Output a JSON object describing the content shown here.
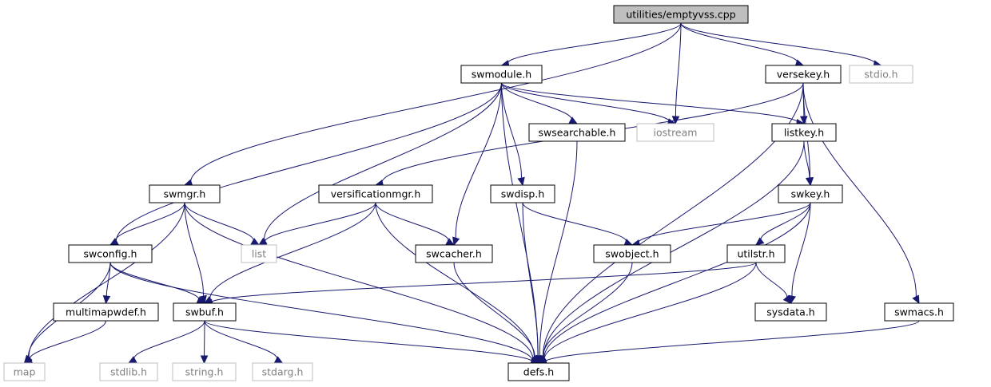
{
  "diagram": {
    "type": "include-dependency-graph",
    "colors": {
      "edge": "#191970",
      "root_fill": "#bfbfbf",
      "node_border": "#000000",
      "external_border": "#bfbfbf",
      "external_text": "#808080",
      "node_text": "#000000"
    },
    "nodes": [
      {
        "id": "root",
        "label": "utilities/emptyvss.cpp",
        "kind": "root"
      },
      {
        "id": "swmodule",
        "label": "swmodule.h",
        "kind": "header"
      },
      {
        "id": "versekey",
        "label": "versekey.h",
        "kind": "header"
      },
      {
        "id": "stdio",
        "label": "stdio.h",
        "kind": "external"
      },
      {
        "id": "swsearchable",
        "label": "swsearchable.h",
        "kind": "header"
      },
      {
        "id": "iostream",
        "label": "iostream",
        "kind": "external"
      },
      {
        "id": "listkey",
        "label": "listkey.h",
        "kind": "header"
      },
      {
        "id": "swmgr",
        "label": "swmgr.h",
        "kind": "header"
      },
      {
        "id": "versificationmgr",
        "label": "versificationmgr.h",
        "kind": "header"
      },
      {
        "id": "swdisp",
        "label": "swdisp.h",
        "kind": "header"
      },
      {
        "id": "swkey",
        "label": "swkey.h",
        "kind": "header"
      },
      {
        "id": "swconfig",
        "label": "swconfig.h",
        "kind": "header"
      },
      {
        "id": "list",
        "label": "list",
        "kind": "external"
      },
      {
        "id": "swcacher",
        "label": "swcacher.h",
        "kind": "header"
      },
      {
        "id": "swobject",
        "label": "swobject.h",
        "kind": "header"
      },
      {
        "id": "utilstr",
        "label": "utilstr.h",
        "kind": "header"
      },
      {
        "id": "multimapwdef",
        "label": "multimapwdef.h",
        "kind": "header"
      },
      {
        "id": "swbuf",
        "label": "swbuf.h",
        "kind": "header"
      },
      {
        "id": "sysdata",
        "label": "sysdata.h",
        "kind": "header"
      },
      {
        "id": "swmacs",
        "label": "swmacs.h",
        "kind": "header"
      },
      {
        "id": "map",
        "label": "map",
        "kind": "external"
      },
      {
        "id": "stdlib",
        "label": "stdlib.h",
        "kind": "external"
      },
      {
        "id": "string",
        "label": "string.h",
        "kind": "external"
      },
      {
        "id": "stdarg",
        "label": "stdarg.h",
        "kind": "external"
      },
      {
        "id": "defs",
        "label": "defs.h",
        "kind": "header"
      }
    ],
    "edges": [
      {
        "from": "root",
        "to": "swmodule"
      },
      {
        "from": "root",
        "to": "versekey"
      },
      {
        "from": "root",
        "to": "stdio"
      },
      {
        "from": "root",
        "to": "iostream"
      },
      {
        "from": "root",
        "to": "swmgr"
      },
      {
        "from": "swmodule",
        "to": "swsearchable"
      },
      {
        "from": "swmodule",
        "to": "iostream"
      },
      {
        "from": "swmodule",
        "to": "listkey"
      },
      {
        "from": "swmodule",
        "to": "swdisp"
      },
      {
        "from": "swmodule",
        "to": "swcacher"
      },
      {
        "from": "swmodule",
        "to": "defs"
      },
      {
        "from": "swmodule",
        "to": "list"
      },
      {
        "from": "swmodule",
        "to": "swconfig"
      },
      {
        "from": "versekey",
        "to": "listkey"
      },
      {
        "from": "versekey",
        "to": "swkey"
      },
      {
        "from": "versekey",
        "to": "versificationmgr"
      },
      {
        "from": "versekey",
        "to": "swmacs"
      },
      {
        "from": "versekey",
        "to": "defs"
      },
      {
        "from": "swsearchable",
        "to": "defs"
      },
      {
        "from": "listkey",
        "to": "swkey"
      },
      {
        "from": "listkey",
        "to": "defs"
      },
      {
        "from": "swmgr",
        "to": "swconfig"
      },
      {
        "from": "swmgr",
        "to": "list"
      },
      {
        "from": "swmgr",
        "to": "map"
      },
      {
        "from": "swmgr",
        "to": "swbuf"
      },
      {
        "from": "swmgr",
        "to": "defs"
      },
      {
        "from": "versificationmgr",
        "to": "list"
      },
      {
        "from": "versificationmgr",
        "to": "swcacher"
      },
      {
        "from": "versificationmgr",
        "to": "swbuf"
      },
      {
        "from": "versificationmgr",
        "to": "defs"
      },
      {
        "from": "swdisp",
        "to": "swobject"
      },
      {
        "from": "swdisp",
        "to": "defs"
      },
      {
        "from": "swkey",
        "to": "swobject"
      },
      {
        "from": "swkey",
        "to": "utilstr"
      },
      {
        "from": "swkey",
        "to": "sysdata"
      },
      {
        "from": "swkey",
        "to": "defs"
      },
      {
        "from": "swconfig",
        "to": "multimapwdef"
      },
      {
        "from": "swconfig",
        "to": "swbuf"
      },
      {
        "from": "swconfig",
        "to": "map"
      },
      {
        "from": "swconfig",
        "to": "defs"
      },
      {
        "from": "swcacher",
        "to": "defs"
      },
      {
        "from": "swobject",
        "to": "defs"
      },
      {
        "from": "utilstr",
        "to": "swbuf"
      },
      {
        "from": "utilstr",
        "to": "sysdata"
      },
      {
        "from": "utilstr",
        "to": "defs"
      },
      {
        "from": "multimapwdef",
        "to": "map"
      },
      {
        "from": "swbuf",
        "to": "stdlib"
      },
      {
        "from": "swbuf",
        "to": "string"
      },
      {
        "from": "swbuf",
        "to": "stdarg"
      },
      {
        "from": "swbuf",
        "to": "defs"
      },
      {
        "from": "swmacs",
        "to": "defs"
      }
    ]
  }
}
